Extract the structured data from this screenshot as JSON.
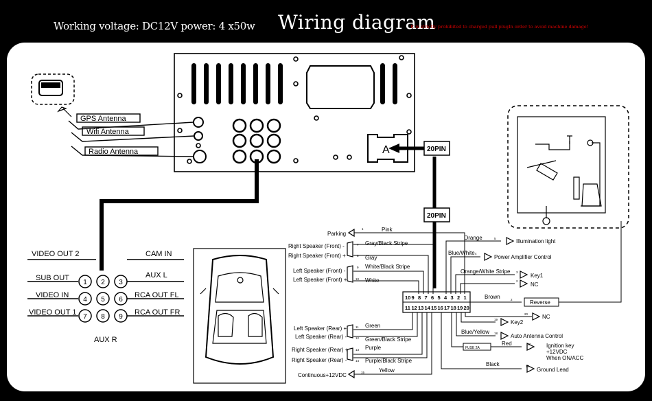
{
  "header": {
    "voltage_text": "Working voltage: DC12V power: 4 x50w",
    "title": "Wiring diagram",
    "warning": "It is strictly prohibited to charged pull plugIn order to avoid machine damage!"
  },
  "antennas": {
    "gps": "GPS Antenna",
    "wifi": "Wifi Antenna",
    "radio": "Radio Antenna"
  },
  "connector_a": "A",
  "pin20_top": "20PIN",
  "pin20_bottom": "20PIN",
  "av_ports": {
    "video_out2": "VIDEO OUT 2",
    "cam_in": "CAM IN",
    "sub_out": "SUB OUT",
    "aux_l": "AUX L",
    "video_in": "VIDEO IN",
    "rca_out_fl": "RCA OUT FL",
    "video_out1": "VIDEO OUT 1",
    "rca_out_fr": "RCA OUT FR",
    "aux_r": "AUX R",
    "n1": "1",
    "n2": "2",
    "n3": "3",
    "n4": "4",
    "n5": "5",
    "n6": "6",
    "n7": "7",
    "n8": "8",
    "n9": "9"
  },
  "wires": {
    "parking": "Parking",
    "pink": "Pink",
    "pin1": "1",
    "rsf_minus": "Right Speaker (Front) -",
    "rsf_plus": "Right Speaker (Front) +",
    "gray_black": "Gray/Black Stripe",
    "gray": "Gray",
    "pin7": "7",
    "pin8": "8",
    "lsf_minus": "Left Speaker (Front) -",
    "lsf_plus": "Left Speaker (Front) +",
    "white_black": "White/Black Stripe",
    "white": "White",
    "pin9": "9",
    "pin10": "10",
    "lsr_plus": "Left Speaker (Rear) +",
    "lsr_minus": "Left Speaker (Rear) -",
    "green": "Green",
    "green_black": "Green/Black Stripe",
    "pin11": "11",
    "pin12": "12",
    "rsr_plus": "Right Speaker (Rear) +",
    "rsr_minus": "Right Speaker (Rear) -",
    "purple": "Purple",
    "purple_black": "Purple/Black Stripe",
    "pin13": "13",
    "pin14": "14",
    "continuous": "Continuous+12VDC",
    "yellow": "Yellow",
    "pin15": "15",
    "orange": "Orange",
    "pin5": "5",
    "illumination": "Illumination light",
    "blue_white": "Blue/White",
    "pin4": "4",
    "amp_control": "Power Amplifier Control",
    "orange_white": "Orange/White Stripe",
    "pin3": "3",
    "key1": "Key1",
    "pin2": "2",
    "nc1": "NC",
    "brown": "Brown",
    "pin2b": "2",
    "reverse": "Reverse",
    "pin20": "20",
    "nc2": "NC",
    "pin19": "19",
    "key2": "Key2",
    "blue_yellow": "Blue/Yellow",
    "pin18": "18",
    "antenna_control": "Auto Antenna Control",
    "fuse": "FUSE 2A",
    "red": "Red",
    "pin17": "17",
    "ignition1": "Ignition key",
    "ignition2": "+12VDC",
    "ignition3": "When ON/ACC",
    "black": "Black",
    "pin16": "16",
    "ground": "Ground Lead"
  },
  "terminal": {
    "top_pins": [
      "10",
      "9",
      "8",
      "7",
      "6",
      "5",
      "4",
      "3",
      "2",
      "1"
    ],
    "bottom_pins": [
      "11",
      "12",
      "13",
      "14",
      "15",
      "16",
      "17",
      "18",
      "19",
      "20"
    ]
  }
}
